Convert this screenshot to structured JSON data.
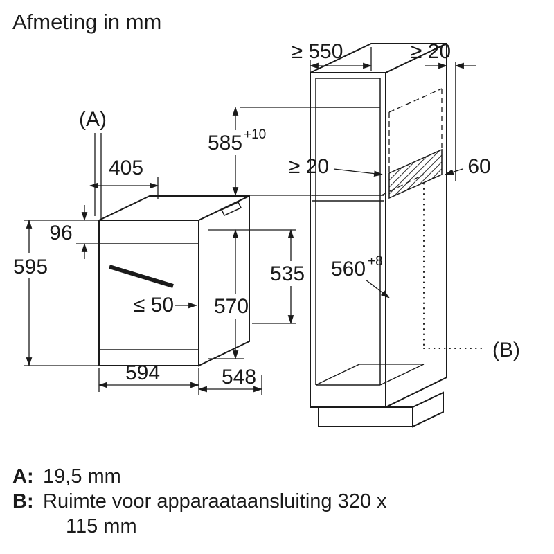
{
  "title": "Afmeting in mm",
  "colors": {
    "line": "#1a1a1a",
    "background": "#ffffff"
  },
  "oven_dims": {
    "a_ref": "(A)",
    "top_depth": "405",
    "panel_height": "96",
    "total_height": "595",
    "door_clearance": "≤ 50",
    "body_height": "570",
    "rear_height": "535",
    "width": "594",
    "body_depth": "548"
  },
  "cabinet_dims": {
    "min_depth": "≥ 550",
    "rear_wall_gap": "≥ 20",
    "niche_height": "585",
    "niche_height_tol": "+10",
    "shelf_gap": "≥ 20",
    "vent_depth": "60",
    "niche_depth": "560",
    "niche_depth_tol": "+8",
    "b_ref": "(B)"
  },
  "legend": {
    "a_key": "A:",
    "a_value": "19,5 mm",
    "b_key": "B:",
    "b_value_line1": "Ruimte voor apparaataansluiting 320 x",
    "b_value_line2": "115 mm"
  }
}
